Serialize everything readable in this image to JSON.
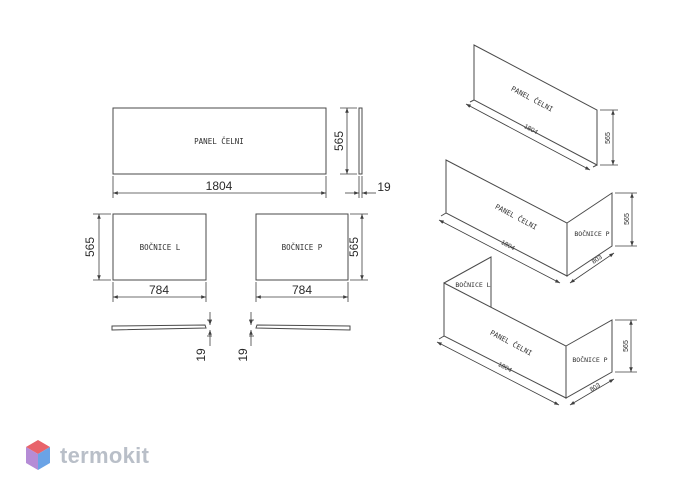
{
  "panels": {
    "front": "PANEL ČELNI",
    "side_left": "BOČNICE L",
    "side_right": "BOČNICE P"
  },
  "dims": {
    "front_length": "1804",
    "front_height": "565",
    "side_length": "784",
    "side_height": "565",
    "thickness": "19",
    "iso_front_length": "1804",
    "iso_front_height": "565",
    "iso_side_length": "803",
    "iso_side_height": "565"
  },
  "brand": {
    "name": "termokit",
    "colors": {
      "red": "#e8636b",
      "blue": "#6aa3e6",
      "purple": "#b58cd6",
      "text": "#b9bfc8"
    }
  }
}
